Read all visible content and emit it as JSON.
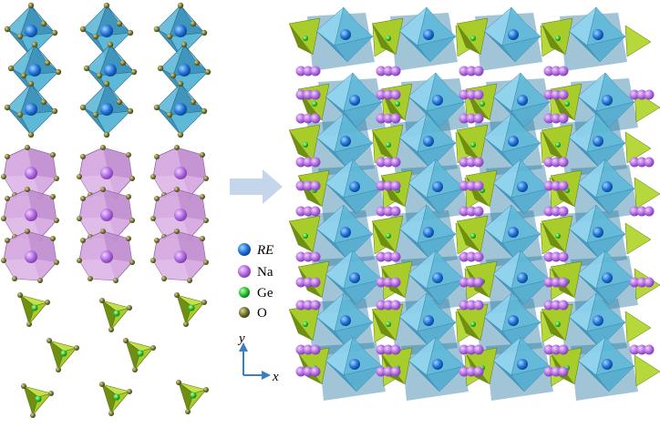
{
  "colors": {
    "re_octahedron": "#5eb8d8",
    "re_octahedron_dark": "#3f95bb",
    "na_polyhedron": "#d4a6e0",
    "na_polyhedron_dark": "#b57fc7",
    "ge_tetrahedron": "#a8cc2a",
    "ge_tetrahedron_dark": "#6f8f12",
    "re_atom": "#1f6fd6",
    "na_atom": "#b066e0",
    "ge_atom": "#22c02a",
    "o_atom": "#6f6f2a",
    "arrow": "#c5d6ea"
  },
  "legend": {
    "items": [
      {
        "key": "re",
        "label": "RE",
        "italic": true
      },
      {
        "key": "na",
        "label": "Na",
        "italic": false
      },
      {
        "key": "ge",
        "label": "Ge",
        "italic": false
      },
      {
        "key": "o",
        "label": "O",
        "italic": false
      }
    ]
  },
  "axes": {
    "y_label": "y",
    "x_label": "x"
  },
  "panels": {
    "left_re_columns": 3,
    "left_re_octahedra_per_column": 3,
    "left_na_columns": 3,
    "left_na_polyhedra_per_column": 3,
    "left_ge_tetrahedra": 8,
    "right_structure_columns": 4,
    "right_structure_rows": 8
  },
  "icons": {
    "arrow": "right-arrow-icon"
  }
}
